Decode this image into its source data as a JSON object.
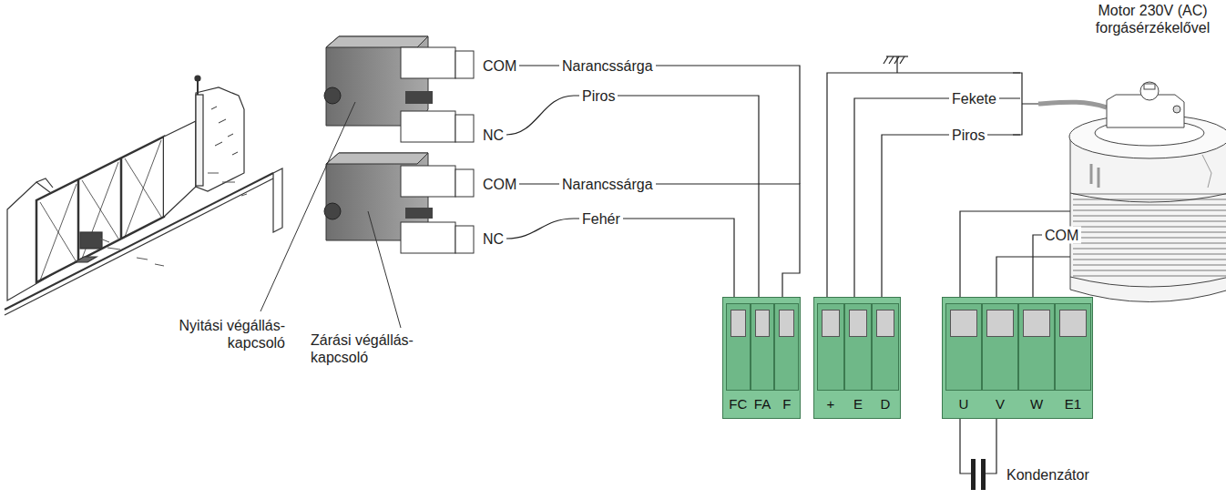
{
  "diagram": {
    "nodes": [
      {
        "text": [
          "FC",
          "FA",
          "F"
        ]
      },
      {
        "text": [
          "+",
          "E",
          "D"
        ]
      },
      {
        "text": [
          "U",
          "V",
          "W",
          "E1"
        ]
      }
    ],
    "labels": [
      "Motor 230V (AC) forgásérzékelővel",
      "COM",
      "Narancssárga",
      "NC",
      "Piros",
      "COM",
      "Narancssárga",
      "NC",
      "Fehér",
      "Fekete",
      "Piros",
      "COM",
      "Nyitási végállás-kapcsoló",
      "Zárási végállás-kapcsoló",
      "Kondenzátor"
    ]
  }
}
